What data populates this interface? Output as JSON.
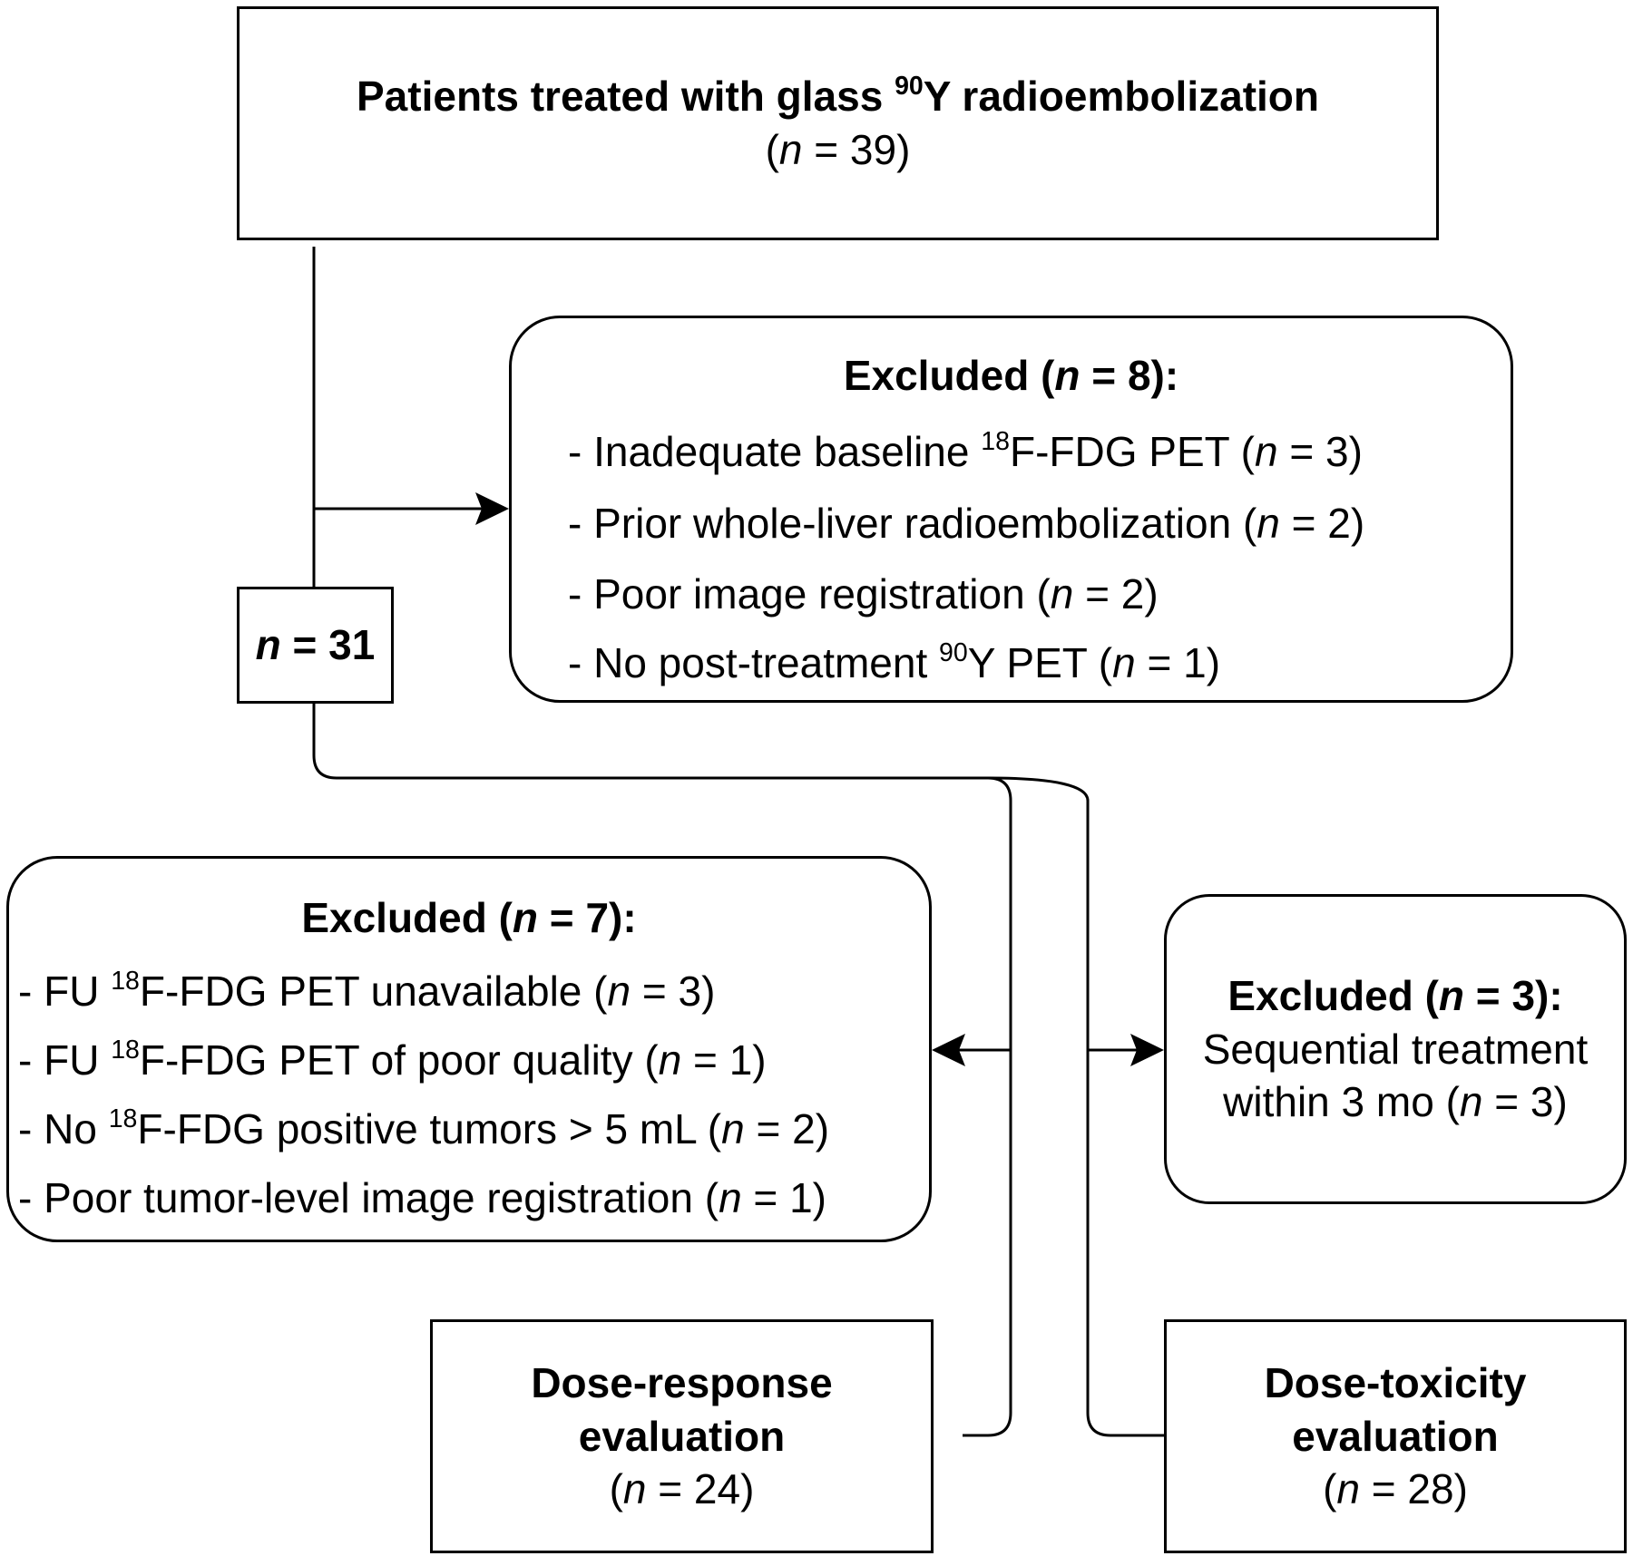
{
  "top": {
    "title_pre": "Patients treated with glass ",
    "title_sup": "90",
    "title_post": "Y radioembolization",
    "count_open": "(",
    "count_var": "n",
    "count_rest": " = 39)"
  },
  "mid_count": {
    "var": "n",
    "rest": " = 31"
  },
  "excluded_1": {
    "title_pre": "Excluded (",
    "title_var": "n",
    "title_post": " = 8):",
    "items": [
      {
        "pre": "- Inadequate baseline ",
        "sup": "18",
        "post": "F-FDG PET (",
        "var": "n",
        "end": " = 3)"
      },
      {
        "pre": "- Prior whole-liver radioembolization (",
        "var": "n",
        "end": " = 2)"
      },
      {
        "pre": "- Poor image registration (",
        "var": "n",
        "end": " = 2)"
      },
      {
        "pre": "- No post-treatment ",
        "sup": "90",
        "post": "Y PET (",
        "var": "n",
        "end": " = 1)"
      }
    ]
  },
  "excluded_2": {
    "title_pre": "Excluded (",
    "title_var": "n",
    "title_post": " = 7):",
    "items": [
      {
        "pre": "- FU ",
        "sup": "18",
        "post": "F-FDG PET unavailable (",
        "var": "n",
        "end": " = 3)"
      },
      {
        "pre": "- FU ",
        "sup": "18",
        "post": "F-FDG PET of poor quality (",
        "var": "n",
        "end": " = 1)"
      },
      {
        "pre": "- No ",
        "sup": "18",
        "post": "F-FDG positive tumors > 5 mL (",
        "var": "n",
        "end": " = 2)"
      },
      {
        "pre": "- Poor tumor-level image registration (",
        "var": "n",
        "end": " = 1)"
      }
    ]
  },
  "excluded_3": {
    "title_pre": "Excluded (",
    "title_var": "n",
    "title_post": " = 3):",
    "line1": "Sequential treatment",
    "line2_pre": "within 3 mo (",
    "line2_var": "n",
    "line2_end": " = 3)"
  },
  "dose_response": {
    "line1": "Dose-response",
    "line2": "evaluation",
    "count_open": "(",
    "count_var": "n",
    "count_rest": " = 24)"
  },
  "dose_toxicity": {
    "line1": "Dose-toxicity",
    "line2": "evaluation",
    "count_open": "(",
    "count_var": "n",
    "count_rest": " = 28)"
  }
}
